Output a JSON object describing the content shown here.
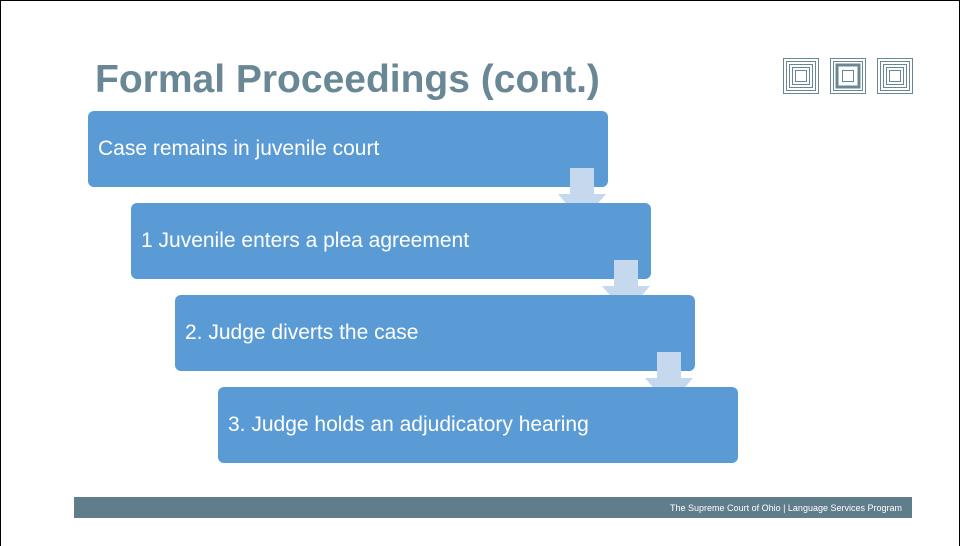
{
  "slide": {
    "title": "Formal Proceedings (cont.)",
    "steps": [
      {
        "label": "Case remains in juvenile court"
      },
      {
        "label": "1 Juvenile enters a plea agreement"
      },
      {
        "label": "2. Judge diverts the case"
      },
      {
        "label": "3. Judge holds an adjudicatory hearing"
      }
    ],
    "footer": "The Supreme Court of Ohio | Language Services Program"
  },
  "colors": {
    "title": "#6a8796",
    "step_fill": "#5b9bd5",
    "arrow_fill": "#c5d8ee",
    "footer_bar": "#607d8b",
    "logo_stroke": "#6a8796"
  },
  "icons": {
    "logo": "nested-squares-icon",
    "connector": "down-arrow-icon"
  }
}
